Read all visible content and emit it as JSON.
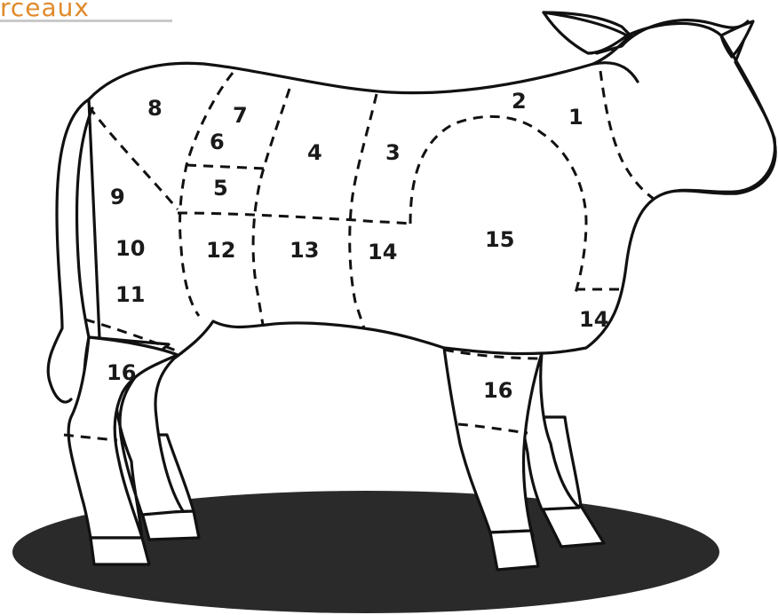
{
  "header": {
    "title": "rceaux"
  },
  "cuts": [
    {
      "id": "cut-1",
      "label": "1"
    },
    {
      "id": "cut-2",
      "label": "2"
    },
    {
      "id": "cut-3",
      "label": "3"
    },
    {
      "id": "cut-4",
      "label": "4"
    },
    {
      "id": "cut-5",
      "label": "5"
    },
    {
      "id": "cut-6",
      "label": "6"
    },
    {
      "id": "cut-7",
      "label": "7"
    },
    {
      "id": "cut-8",
      "label": "8"
    },
    {
      "id": "cut-9",
      "label": "9"
    },
    {
      "id": "cut-10",
      "label": "10"
    },
    {
      "id": "cut-11",
      "label": "11"
    },
    {
      "id": "cut-12",
      "label": "12"
    },
    {
      "id": "cut-13",
      "label": "13"
    },
    {
      "id": "cut-14a",
      "label": "14"
    },
    {
      "id": "cut-14b",
      "label": "14"
    },
    {
      "id": "cut-15",
      "label": "15"
    },
    {
      "id": "cut-16a",
      "label": "16"
    },
    {
      "id": "cut-16b",
      "label": "16"
    }
  ]
}
